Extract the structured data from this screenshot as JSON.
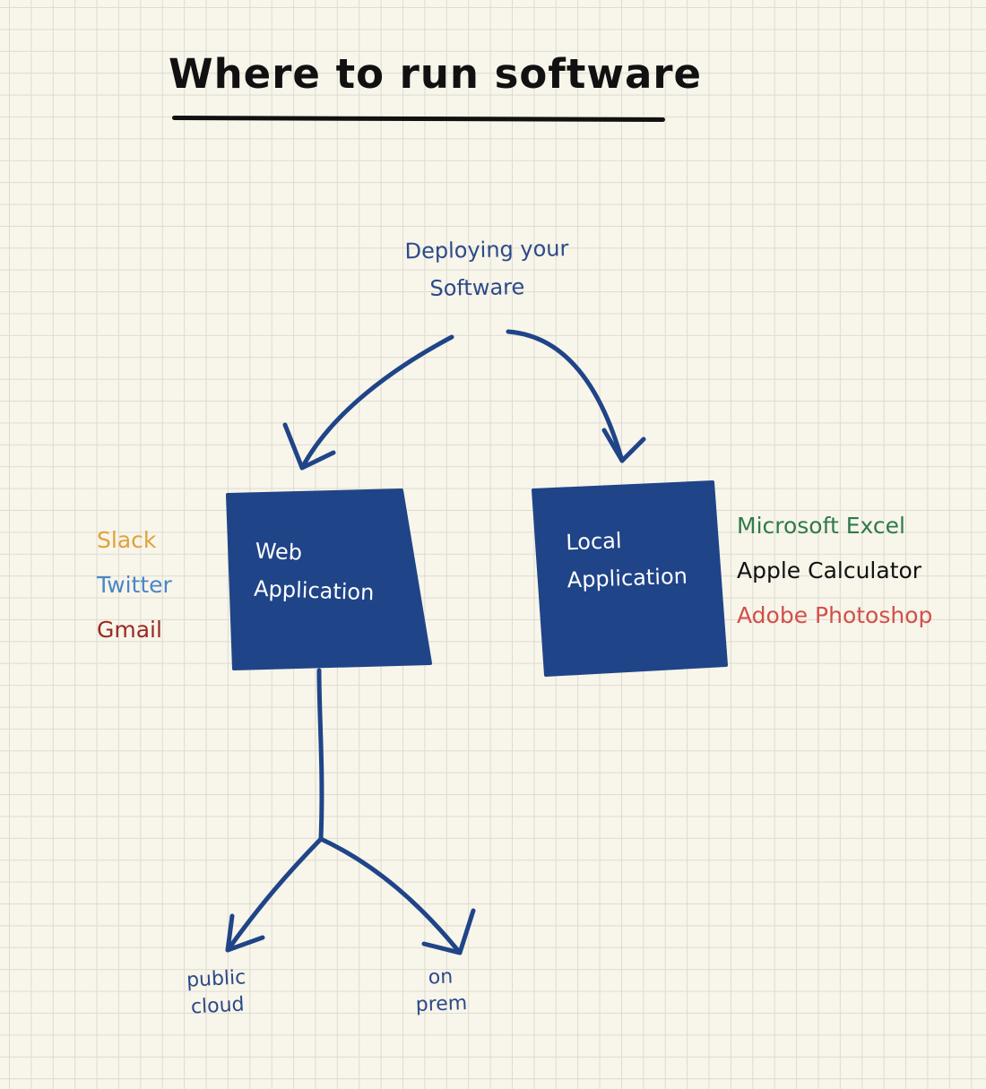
{
  "title": "Where to run software",
  "diagram": {
    "root": {
      "line1": "Deploying your",
      "line2": "Software"
    },
    "web_app": {
      "line1": "Web",
      "line2": "Application",
      "examples": [
        {
          "label": "Slack",
          "color": "#e0a23c"
        },
        {
          "label": "Twitter",
          "color": "#4a86c8"
        },
        {
          "label": "Gmail",
          "color": "#9a2a24"
        }
      ],
      "children": [
        {
          "line1": "public",
          "line2": "cloud"
        },
        {
          "line1": "on",
          "line2": "prem"
        }
      ]
    },
    "local_app": {
      "line1": "Local",
      "line2": "Application",
      "examples": [
        {
          "label": "Microsoft Excel",
          "color": "#2f7a4a"
        },
        {
          "label": "Apple Calculator",
          "color": "#111111"
        },
        {
          "label": "Adobe Photoshop",
          "color": "#d0504a"
        }
      ]
    }
  },
  "colors": {
    "ink": "#2c4a8a",
    "box_fill": "#1f4488",
    "paper": "#f8f5ea",
    "grid": "#dedbd0"
  }
}
